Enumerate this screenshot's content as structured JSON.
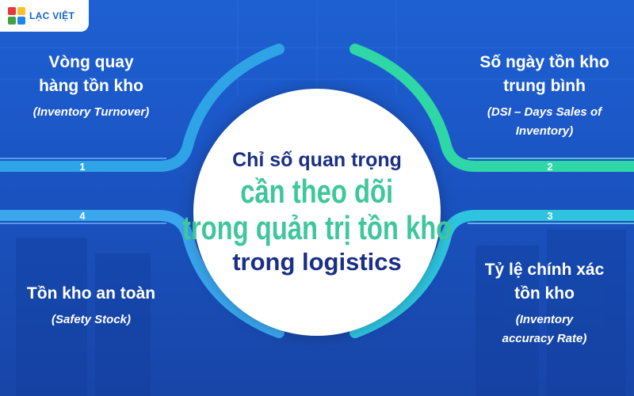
{
  "brand": {
    "name": "LẠC VIỆT"
  },
  "center": {
    "line1": "Chỉ số quan trọng",
    "line2": "cần theo dõi",
    "line3": "trong quản trị tồn kho",
    "line4": "trong logistics"
  },
  "metrics": [
    {
      "number": "1",
      "title_line1": "Vòng quay",
      "title_line2": "hàng tồn kho",
      "sub_line1": "(Inventory Turnover)",
      "sub_line2": ""
    },
    {
      "number": "2",
      "title_line1": "Số ngày tồn kho",
      "title_line2": "trung bình",
      "sub_line1": "(DSI – Days Sales of",
      "sub_line2": "Inventory)"
    },
    {
      "number": "3",
      "title_line1": "Tỷ lệ chính xác",
      "title_line2": "tồn kho",
      "sub_line1": "(Inventory",
      "sub_line2": "accuracy Rate)"
    },
    {
      "number": "4",
      "title_line1": "Tồn kho an toàn",
      "title_line2": "",
      "sub_line1": "(Safety Stock)",
      "sub_line2": ""
    }
  ],
  "colors": {
    "background": "#1b55c4",
    "connector_1": "#2ea4e6",
    "connector_2": "#2fd6a6",
    "connector_3": "#2ec4de",
    "connector_4": "#3aa6ee",
    "center_dark": "#1a2f86",
    "center_green": "#3ec79a"
  }
}
